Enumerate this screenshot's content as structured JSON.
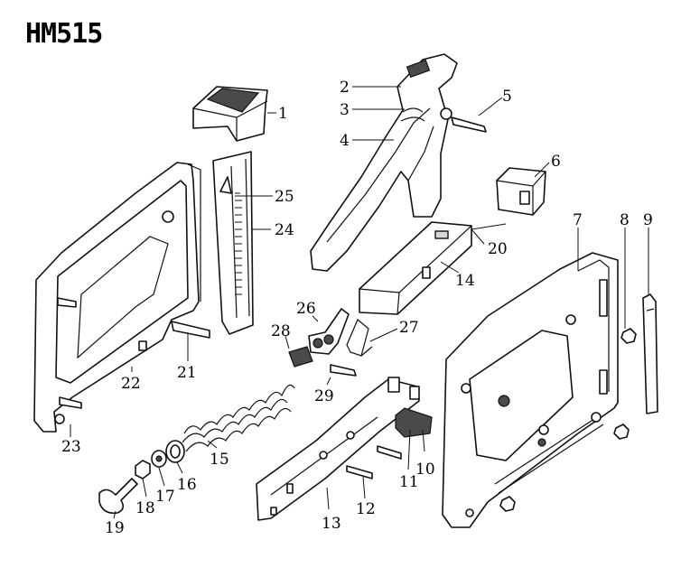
{
  "title": "HM515",
  "labels": [
    "1",
    "2",
    "3",
    "4",
    "5",
    "6",
    "7",
    "8",
    "9",
    "10",
    "11",
    "12",
    "13",
    "14",
    "15",
    "16",
    "17",
    "18",
    "19",
    "20",
    "21",
    "22",
    "23",
    "24",
    "25",
    "26",
    "27",
    "28",
    "29"
  ]
}
